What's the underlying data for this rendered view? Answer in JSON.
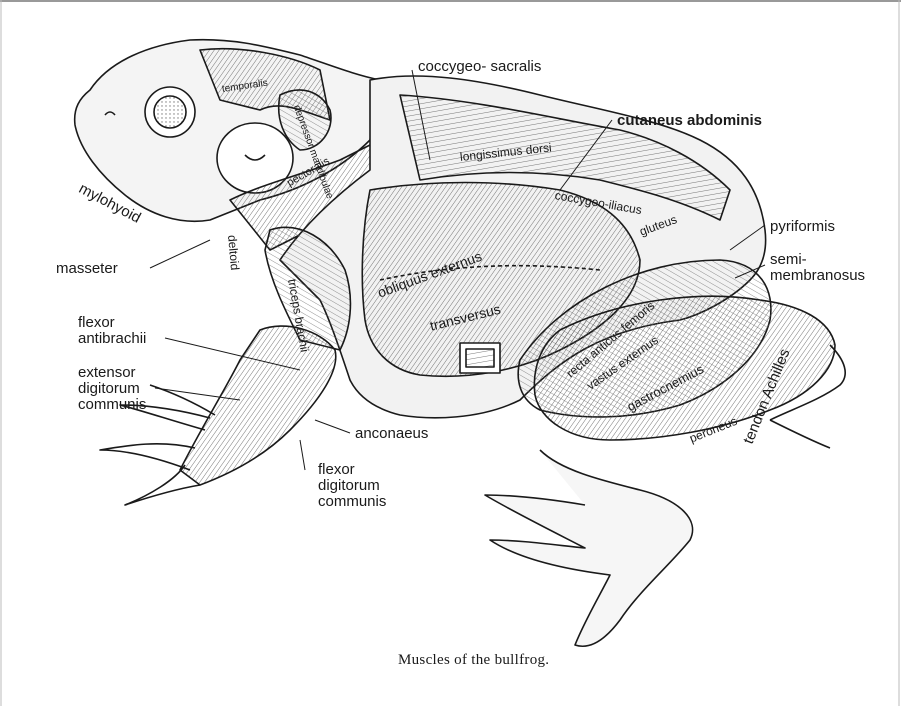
{
  "caption": "Muscles of the bullfrog.",
  "labels": {
    "coccygeo_sacralis": "coccygeo- sacralis",
    "cutaneus_abdominis": "cutaneus abdominis",
    "mylohyoid": "mylohyoid",
    "pyriformis": "pyriformis",
    "semimembranosus": "semi-\nmembranosus",
    "masseter": "masseter",
    "flexor_antibrachii": "flexor\nantibrachii",
    "extensor_digitorum_communis": "extensor\ndigitorum\ncommunis",
    "anconaeus": "anconaeus",
    "flexor_digitorum_communis": "flexor\ndigitorum\ncommunis",
    "tendon_achillis": "tendon Achilles"
  },
  "inner_labels": {
    "longissimus_dorsi": "longissimus dorsi",
    "coccygeo_iliacus": "coccygeo-iliacus",
    "gluteus": "gluteus",
    "obliquus_externus": "obliquus externus",
    "transversus": "transversus",
    "deltoid": "deltoid",
    "triceps": "triceps brachii",
    "rectus_anticus_femoris": "recta anticus femoris",
    "vastus_externus": "vastus externus",
    "gastrocnemius": "gastrocnemius",
    "peroneus": "peroneus",
    "depressor_mandibulae": "depressor mandibulae",
    "temporalis": "temporalis",
    "pectoralis": "pectoralis"
  },
  "colors": {
    "ink": "#1a1a1a",
    "background": "#ffffff",
    "shade": "#cfcfcf"
  }
}
